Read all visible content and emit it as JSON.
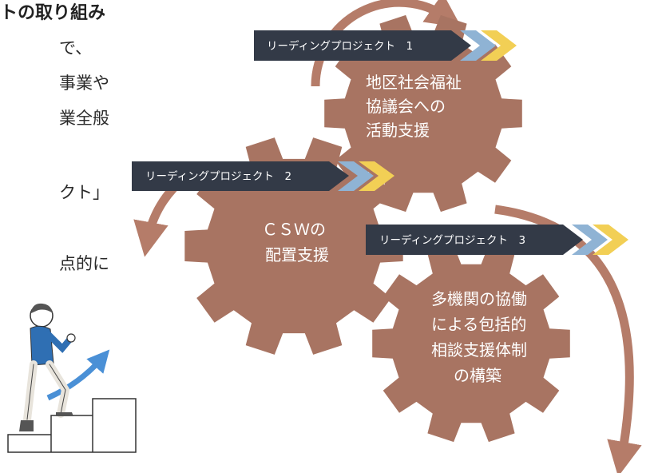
{
  "heading": "トの取り組み",
  "left_lines": [
    "で、",
    "事業や",
    "業全般",
    "クト」",
    "点的に"
  ],
  "projects": [
    {
      "banner": "リーディングプロジェクト　1",
      "lines": [
        "地区社会福祉",
        "協議会への",
        "活動支援"
      ]
    },
    {
      "banner": "リーディングプロジェクト　2",
      "lines": [
        "ＣＳＷの",
        "配置支援"
      ]
    },
    {
      "banner": "リーディングプロジェクト　3",
      "lines": [
        "多機関の協働",
        "による包括的",
        "相談支援体制",
        "の構築"
      ]
    }
  ],
  "colors": {
    "gear": "#a87462",
    "arrow": "#b57c69",
    "banner": "#333a47",
    "chevron_blue": "#8fb3d4",
    "chevron_yellow": "#f2cf55",
    "person_shirt": "#2f6fb3",
    "stairs_arrow": "#4a90d6"
  }
}
